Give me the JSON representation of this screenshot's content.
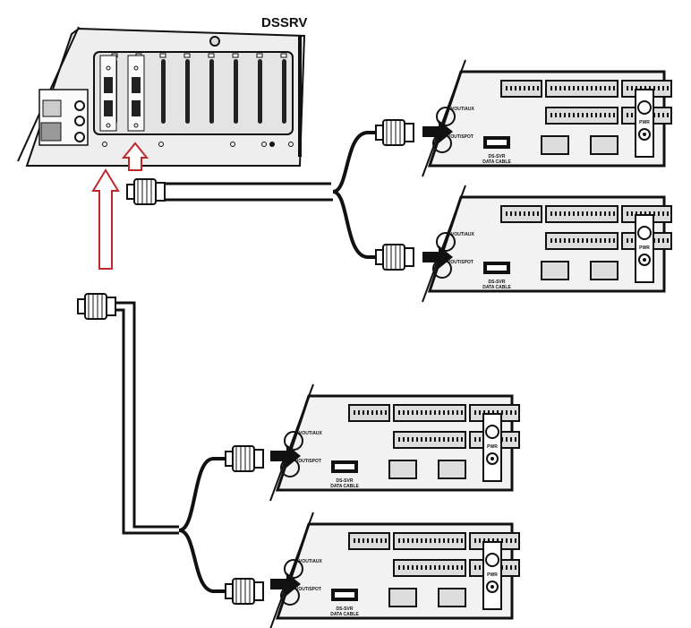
{
  "server": {
    "label": "DSSRV"
  },
  "device_labels": {
    "vout_aux": "VOUT/AUX",
    "vout_spot": "VOUT/SPOT",
    "data_cable_line1": "DS-SVR",
    "data_cable_line2": "DATA CABLE",
    "power": "PWR"
  },
  "devices": [
    {
      "id": 1
    },
    {
      "id": 2
    },
    {
      "id": 3
    },
    {
      "id": 4
    }
  ],
  "colors": {
    "arrow_outline": "#c0282d",
    "line": "#111111",
    "panel": "#f2f2f2"
  }
}
